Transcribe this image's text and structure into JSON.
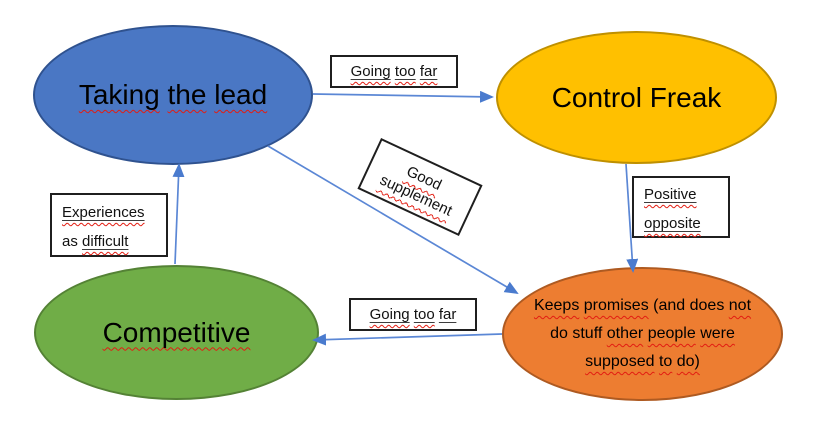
{
  "diagram": {
    "background": "#ffffff",
    "arrow_color": "#5b87d5",
    "arrowhead_color": "#4a7bce"
  },
  "nodes": {
    "taking_lead": {
      "text": "Taking the lead",
      "fill": "#4a77c4",
      "stroke": "#2f528f",
      "words": [
        "Taking",
        "the",
        "lead"
      ]
    },
    "control_freak": {
      "text": "Control Freak",
      "fill": "#ffc000",
      "stroke": "#bf9000",
      "words": [
        "Control",
        "Freak"
      ]
    },
    "competitive": {
      "text": "Competitive",
      "fill": "#70ad47",
      "stroke": "#548235",
      "words": [
        "Competitive"
      ]
    },
    "keeps_promises": {
      "text": "Keeps promises (and does not do stuff other people were supposed to do)",
      "fill": "#ed7d31",
      "stroke": "#ae5a21",
      "lines": [
        [
          "Keeps",
          "promises",
          "(and",
          "does",
          "not"
        ],
        [
          "do",
          "stuff",
          "other",
          "people",
          "were"
        ],
        [
          "supposed",
          "to",
          "do)"
        ]
      ]
    }
  },
  "connectors": {
    "going_top": {
      "text": "Going too far",
      "words": [
        "Going",
        "too",
        "far"
      ]
    },
    "good_suppl": {
      "text": "Good supplement",
      "line1": "Good",
      "line2": "supplement"
    },
    "positive": {
      "text": "Positive opposite",
      "line1": "Positive",
      "line2": "opposite"
    },
    "experiences": {
      "text": "Experiences as difficult",
      "line1": "Experiences",
      "line2_words": [
        "as",
        "difficult"
      ]
    },
    "going_bottom": {
      "text": "Going too far",
      "words": [
        "Going",
        "too",
        "far"
      ]
    }
  }
}
